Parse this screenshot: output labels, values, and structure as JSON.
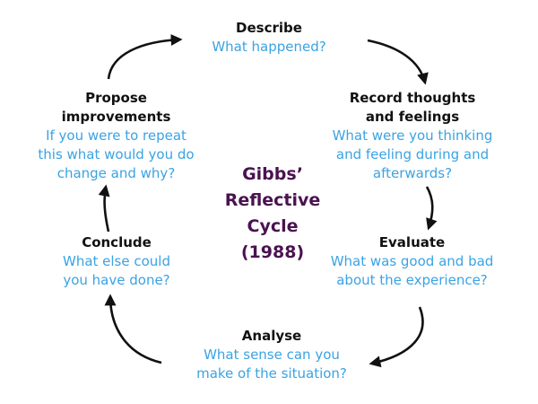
{
  "center": {
    "title": "Gibbs’\nReflective\nCycle (1988)"
  },
  "nodes": {
    "describe": {
      "title": "Describe",
      "desc": "What happened?"
    },
    "record": {
      "title": "Record thoughts\nand feelings",
      "desc": "What were you thinking\nand feeling during and\nafterwards?"
    },
    "evaluate": {
      "title": "Evaluate",
      "desc": "What was good and bad\nabout the experience?"
    },
    "analyse": {
      "title": "Analyse",
      "desc": "What sense can you\nmake of the situation?"
    },
    "conclude": {
      "title": "Conclude",
      "desc": "What else could\nyou have done?"
    },
    "propose": {
      "title": "Propose\nimprovements",
      "desc": "If you were to repeat\nthis what would you do\nchange and why?"
    }
  },
  "colors": {
    "title": "#111111",
    "description": "#3aa3e3",
    "center_title": "#4a1250",
    "arrow": "#111111"
  }
}
